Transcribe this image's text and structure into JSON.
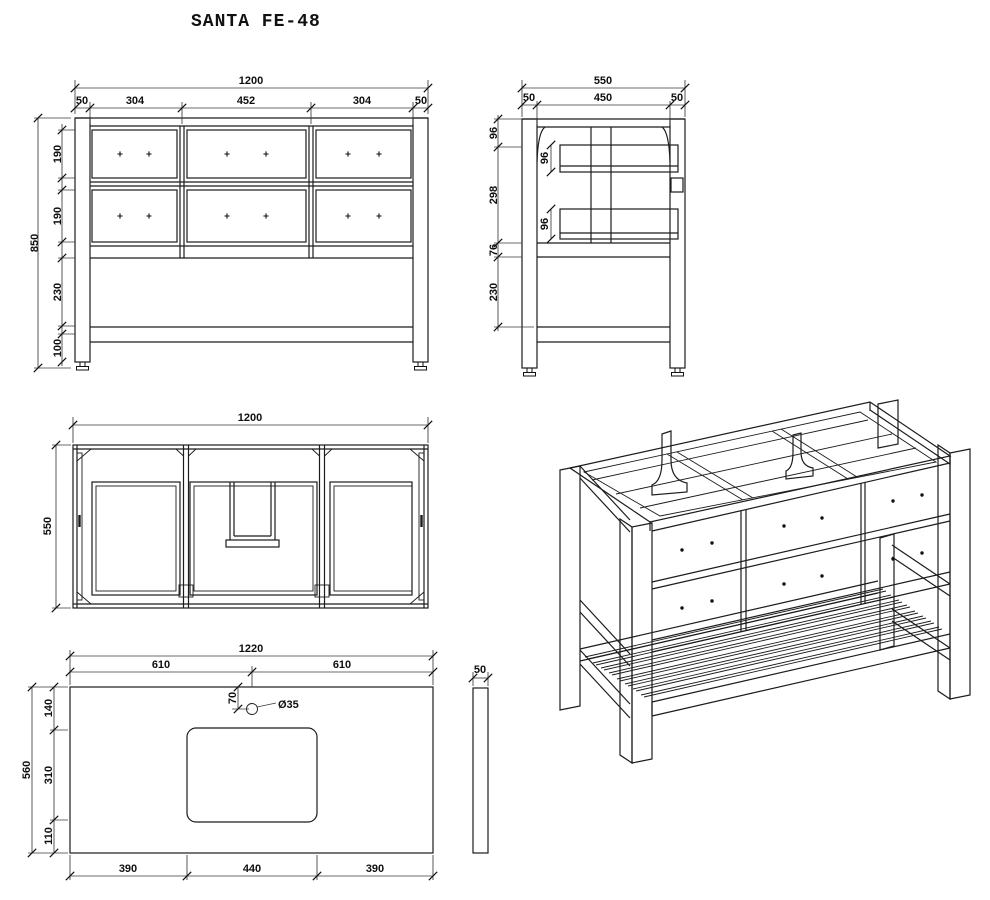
{
  "title": "SANTA FE-48",
  "colors": {
    "ink": "#1c1c1c",
    "dim_lines": "#3a3a3a",
    "background": "#ffffff"
  },
  "front": {
    "total_w": "1200",
    "w": [
      "50",
      "304",
      "452",
      "304",
      "50"
    ],
    "total_h": "850",
    "h": [
      "190",
      "190",
      "230",
      "100"
    ]
  },
  "side": {
    "total_w": "550",
    "w": [
      "50",
      "450",
      "50"
    ],
    "h": [
      "96",
      "298",
      "76",
      "230"
    ],
    "inner": [
      "96",
      "96"
    ]
  },
  "plan": {
    "w": "1200",
    "d": "550"
  },
  "top": {
    "total_w": "1220",
    "halves": [
      "610",
      "610"
    ],
    "faucet_offset": "70",
    "faucet_dia": "Ø35",
    "total_d": "560",
    "d": [
      "140",
      "310",
      "110"
    ],
    "b": [
      "390",
      "440",
      "390"
    ],
    "thickness": "50"
  }
}
